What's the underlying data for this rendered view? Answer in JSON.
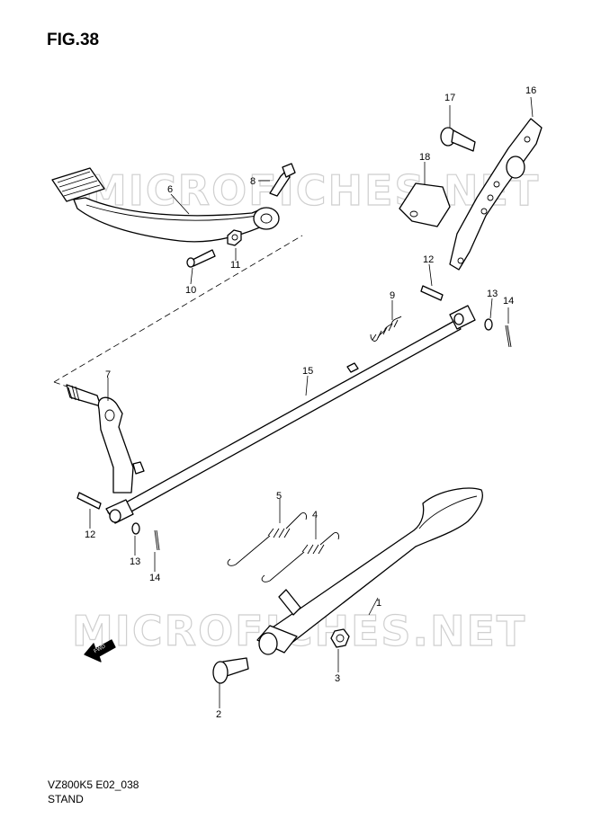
{
  "header": {
    "figure": "FIG.38"
  },
  "footer": {
    "model_code": "VZ800K5 E02_038",
    "section": "STAND"
  },
  "watermark": "MICROFICHES.NET",
  "direction_arrow": "FWD",
  "callouts": [
    "1",
    "2",
    "3",
    "4",
    "5",
    "6",
    "7",
    "8",
    "9",
    "10",
    "11",
    "12",
    "12",
    "13",
    "13",
    "14",
    "14",
    "15",
    "16",
    "17",
    "18"
  ]
}
